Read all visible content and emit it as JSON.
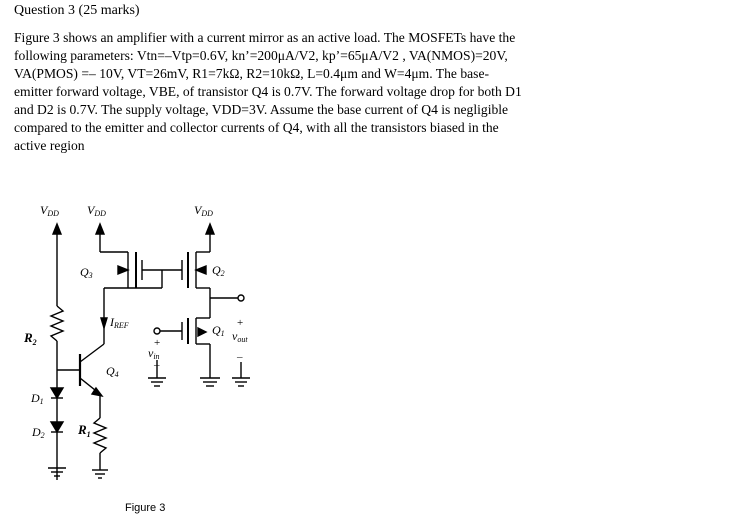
{
  "question": {
    "title": "Question 3 (25 marks)"
  },
  "paragraph": {
    "lines": [
      "Figure 3 shows an amplifier with a current mirror as an active load. The MOSFETs have the",
      "following parameters: Vtn=–Vtp=0.6V, kn’=200μA/V2, kp’=65μA/V2 , VA(NMOS)=20V,",
      "VA(PMOS) =– 10V, VT=26mV, R1=7kΩ, R2=10kΩ, L=0.4μm and W=4μm. The base-",
      "emitter forward voltage, VBE, of transistor Q4 is 0.7V. The forward voltage drop for both D1",
      "and D2 is 0.7V. The supply voltage, VDD=3V. Assume the base current of Q4 is negligible",
      "compared to the emitter and collector currents of Q4, with all the transistors biased in the",
      "active region"
    ]
  },
  "circuit": {
    "vdd_label": "V",
    "vdd_sub": "DD",
    "q1": "Q",
    "q1_sub": "1",
    "q2": "Q",
    "q2_sub": "2",
    "q3": "Q",
    "q3_sub": "3",
    "q4": "Q",
    "q4_sub": "4",
    "r1": "R",
    "r1_sub": "1",
    "r2": "R",
    "r2_sub": "2",
    "d1": "D",
    "d1_sub": "1",
    "d2": "D",
    "d2_sub": "2",
    "iref": "I",
    "iref_sub": "REF",
    "vin": "v",
    "vin_sub": "in",
    "vout": "v",
    "vout_sub": "out",
    "plus": "+",
    "minus": "–"
  },
  "figure": {
    "caption": "Figure 3"
  }
}
